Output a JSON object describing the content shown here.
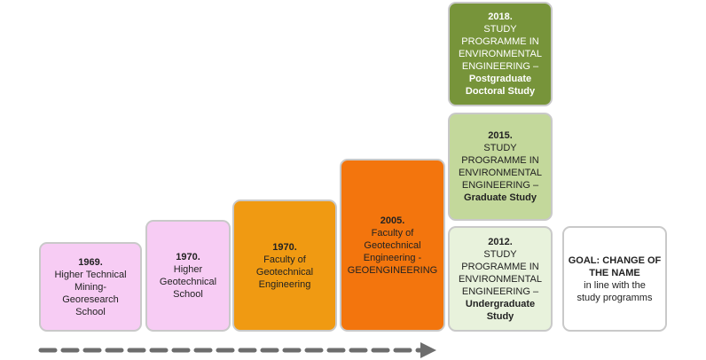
{
  "boxes": {
    "b1969": {
      "year": "1969.",
      "lines": [
        "Higher Technical",
        "Mining-",
        "Georesearch",
        "School"
      ]
    },
    "b1970a": {
      "year": "1970.",
      "lines": [
        "Higher",
        "Geotechnical",
        "School"
      ]
    },
    "b1970b": {
      "year": "1970.",
      "lines": [
        "Faculty of",
        "Geotechnical",
        "Engineering"
      ]
    },
    "b2005": {
      "year": "2005.",
      "lines": [
        "Faculty of",
        "Geotechnical",
        "Engineering -",
        "GEOENGINEERING"
      ]
    },
    "b2012": {
      "year": "2012.",
      "lines": [
        "STUDY",
        "PROGRAMME IN",
        "ENVIRONMENTAL",
        "ENGINEERING –"
      ],
      "bold": [
        "Undergraduate",
        "Study"
      ]
    },
    "b2015": {
      "year": "2015.",
      "lines": [
        "STUDY",
        "PROGRAMME IN",
        "ENVIRONMENTAL",
        "ENGINEERING –"
      ],
      "bold": [
        "Graduate Study"
      ]
    },
    "b2018": {
      "year": "2018.",
      "lines": [
        "STUDY",
        "PROGRAMME IN",
        "ENVIRONMENTAL",
        "ENGINEERING –"
      ],
      "bold": [
        "Postgraduate",
        "Doctoral Study"
      ]
    },
    "bgoal": {
      "bold": [
        "GOAL: CHANGE OF",
        "THE NAME"
      ],
      "lines": [
        "in line with the",
        "study programms"
      ]
    }
  },
  "colors": {
    "pink": "#f7ccf4",
    "orange_light": "#f09a12",
    "orange_dark": "#f3750d",
    "green_pale": "#e8f2dc",
    "green_mid": "#c3d89b",
    "green_dark": "#77943a",
    "arrow": "#6d6d6d"
  }
}
